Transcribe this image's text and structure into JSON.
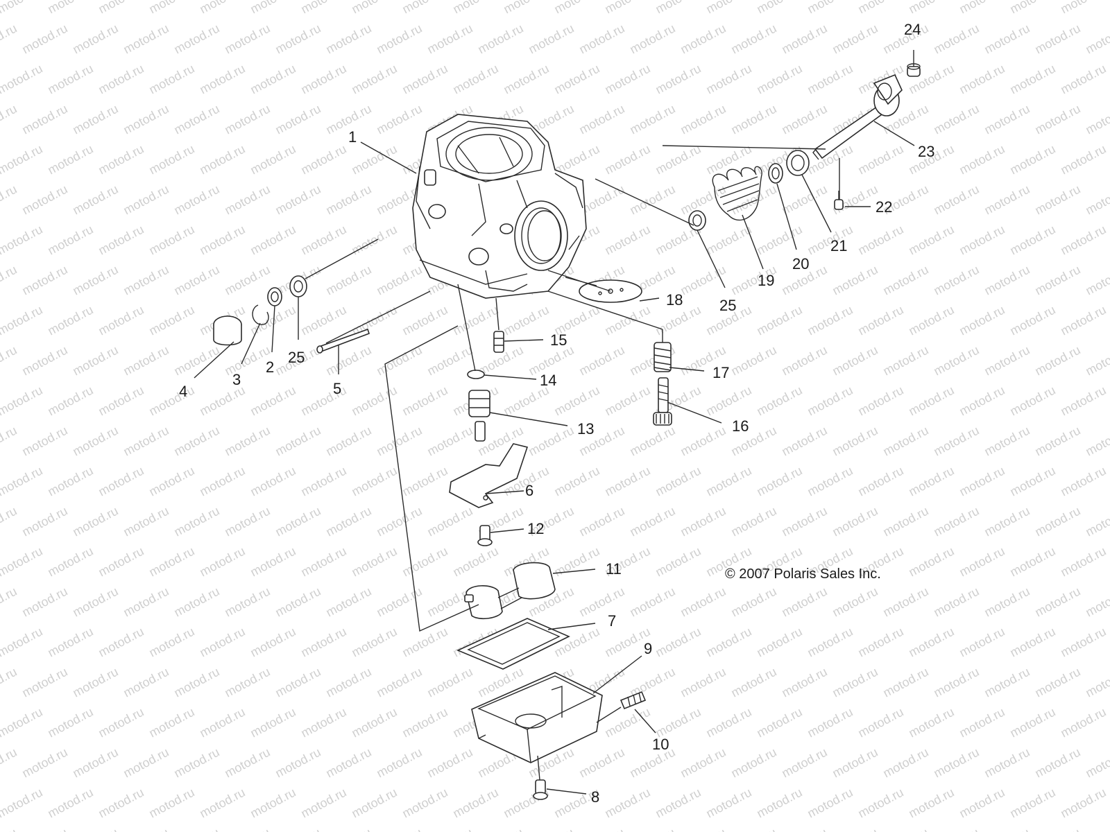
{
  "watermark": "motod.ru",
  "copyright": "© 2007 Polaris Sales Inc.",
  "callouts": [
    {
      "id": "c1",
      "label": "1"
    },
    {
      "id": "c2",
      "label": "2"
    },
    {
      "id": "c3",
      "label": "3"
    },
    {
      "id": "c4",
      "label": "4"
    },
    {
      "id": "c5",
      "label": "5"
    },
    {
      "id": "c6",
      "label": "6"
    },
    {
      "id": "c7",
      "label": "7"
    },
    {
      "id": "c8",
      "label": "8"
    },
    {
      "id": "c9",
      "label": "9"
    },
    {
      "id": "c10",
      "label": "10"
    },
    {
      "id": "c11",
      "label": "11"
    },
    {
      "id": "c12",
      "label": "12"
    },
    {
      "id": "c13",
      "label": "13"
    },
    {
      "id": "c14",
      "label": "14"
    },
    {
      "id": "c15",
      "label": "15"
    },
    {
      "id": "c16",
      "label": "16"
    },
    {
      "id": "c17",
      "label": "17"
    },
    {
      "id": "c18",
      "label": "18"
    },
    {
      "id": "c19",
      "label": "19"
    },
    {
      "id": "c20",
      "label": "20"
    },
    {
      "id": "c21",
      "label": "21"
    },
    {
      "id": "c22",
      "label": "22"
    },
    {
      "id": "c23",
      "label": "23"
    },
    {
      "id": "c24",
      "label": "24"
    },
    {
      "id": "c25a",
      "label": "25"
    },
    {
      "id": "c25b",
      "label": "25"
    }
  ]
}
